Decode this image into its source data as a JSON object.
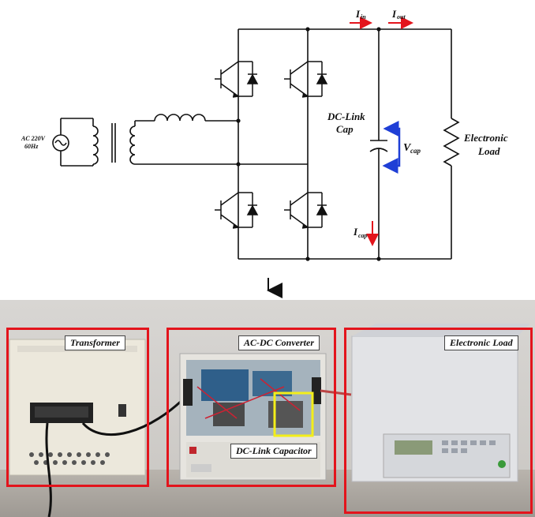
{
  "schematic": {
    "source_label_line1": "AC 220V",
    "source_label_line2": "60Hz",
    "dc_link_label_line1": "DC-Link",
    "dc_link_label_line2": "Cap",
    "v_cap_main": "V",
    "v_cap_sub": "cap",
    "i_in_main": "I",
    "i_in_sub": "in",
    "i_out_main": "I",
    "i_out_sub": "out",
    "i_cap_main": "I",
    "i_cap_sub": "cap",
    "load_label_line1": "Electronic",
    "load_label_line2": "Load"
  },
  "colors": {
    "current_arrow": "#e3141c",
    "voltage_arrow": "#1f3fd6",
    "box_outline": "#e3141c",
    "highlight": "#f3ee1a"
  },
  "photo": {
    "transformer_label": "Transformer",
    "converter_label": "AC-DC Converter",
    "load_label": "Electronic Load",
    "capacitor_label": "DC-Link Capacitor"
  }
}
